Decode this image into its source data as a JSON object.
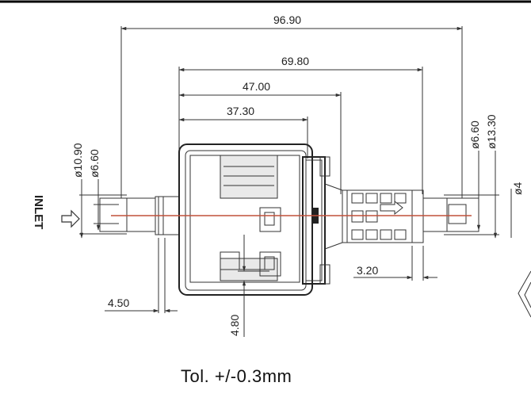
{
  "dimensions": {
    "overall_length": "96.90",
    "body_length": "69.80",
    "length_47": "47.00",
    "length_37": "37.30",
    "inlet_outer_dia": "ø10.90",
    "inlet_inner_dia": "ø6.60",
    "outlet_inner_dia": "ø6.60",
    "outlet_outer_dia": "ø13.30",
    "outlet_partial": "ø4",
    "inlet_stub": "4.50",
    "terminal_height": "4.80",
    "outlet_gap": "3.20"
  },
  "labels": {
    "inlet": "INLET"
  },
  "tolerance": "Tol. +/-0.3mm"
}
